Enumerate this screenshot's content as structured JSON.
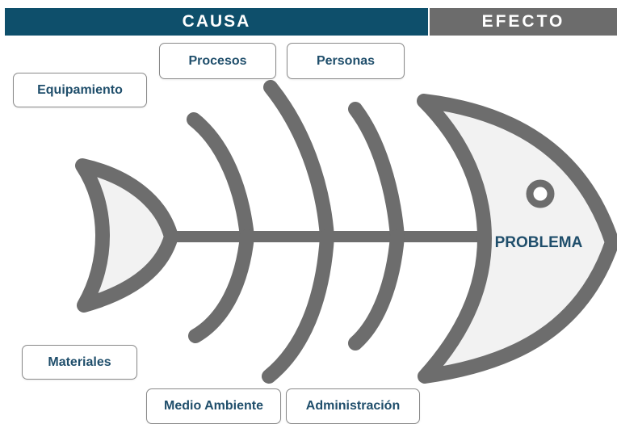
{
  "header": {
    "cause_label": "CAUSA",
    "effect_label": "EFECTO"
  },
  "categories": {
    "equipamiento": "Equipamiento",
    "procesos": "Procesos",
    "personas": "Personas",
    "materiales": "Materiales",
    "medio_ambiente": "Medio Ambiente",
    "administracion": "Administración"
  },
  "problem": {
    "label": "PROBLEMA"
  },
  "colors": {
    "cause_bar": "#0e4f6b",
    "effect_bar": "#6c6c6c",
    "fish": "#6d6d6d",
    "fish_fill": "#f2f2f2",
    "label_text": "#1f4e6b"
  }
}
